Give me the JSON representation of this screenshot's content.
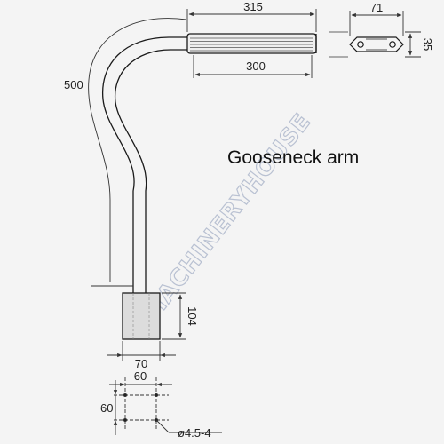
{
  "title": "Gooseneck arm",
  "watermark": "MACHINERYHOUSE",
  "dimensions": {
    "handle_total": "315",
    "handle_grip": "300",
    "clamp_width": "71",
    "clamp_height": "35",
    "arm_height": "500",
    "base_height": "104",
    "base_width": "70",
    "hole_spacing_x": "60",
    "hole_spacing_y": "60",
    "hole_spec": "ø4.5-4"
  },
  "colors": {
    "line": "#1a1a1a",
    "dim_line": "#333333",
    "watermark": "#c8cfdd"
  }
}
